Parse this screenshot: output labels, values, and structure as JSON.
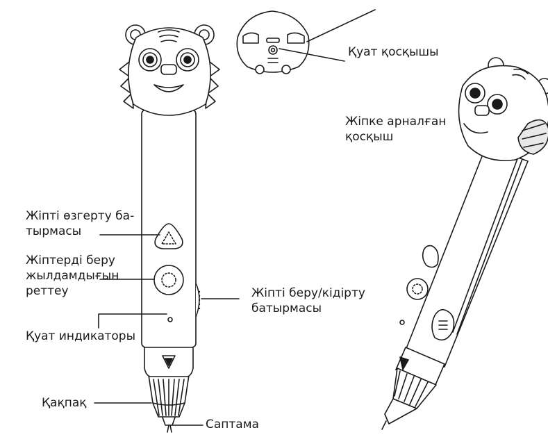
{
  "labels": {
    "power_connector": "Қуат қосқышы",
    "filament_inlet_line1": "Жіпке арналған",
    "filament_inlet_line2": "қосқыш",
    "change_button_line1": "Жіпті өзгерту ба-",
    "change_button_line2": "тырмасы",
    "speed_line1": "Жіптерді беру",
    "speed_line2": "жылдамдығын",
    "speed_line3": "реттеу",
    "feed_pause_line1": "Жіпті беру/кідірту",
    "feed_pause_line2": "батырмасы",
    "power_indicator": "Қуат индикаторы",
    "cap": "Қақпақ",
    "nozzle": "Саптама"
  },
  "colors": {
    "stroke": "#1a1a1a",
    "fill": "#ffffff",
    "shade": "#e8e8e8"
  }
}
